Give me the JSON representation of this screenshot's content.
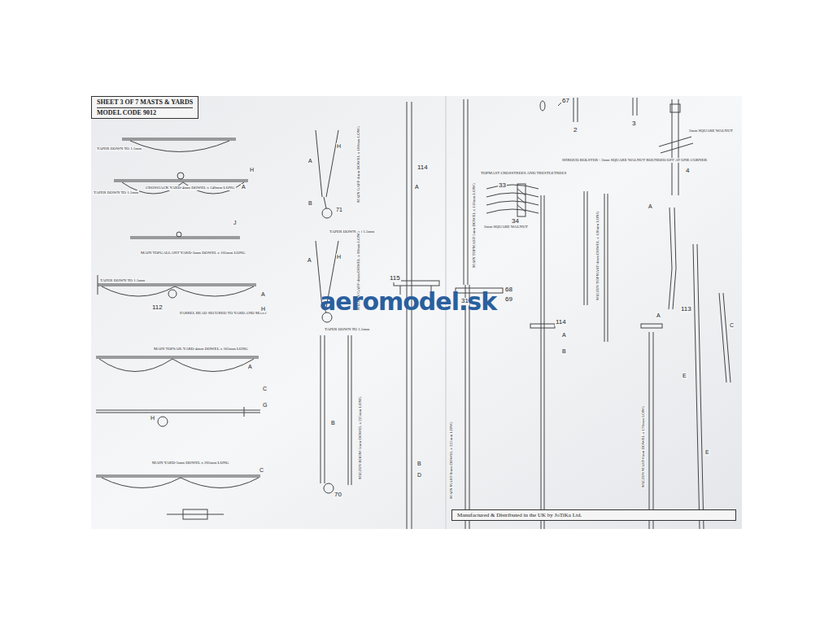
{
  "diagram": {
    "nodes": [
      {
        "text": [
          "SHEET 3 OF 7 MASTS & YARDS",
          "MODEL CODE 9012"
        ]
      },
      {
        "text": [
          "Manufactured & Distributed in the UK by JoTiKa Ltd."
        ]
      }
    ],
    "labels": [
      "TAPER DOWN TO 1.5mm",
      "CROSSJACK YARD-4mm DOWEL x 140mm LONG",
      "TAPER DOWN TO 1.5mm",
      "A",
      "H",
      "J",
      "MAIN TOPGALLANT YARD-3mm DOWEL x 105mm LONG",
      "TAPER DOWN TO 1.5mm",
      "PARREL BEAD SECURED TO YARD AND MAST",
      "112",
      "A",
      "H",
      "MAIN TOPSAIL YARD-4mm DOWEL x 165mm LONG",
      "A",
      "C",
      "G",
      "H",
      "MAIN YARD-5mm DOWEL x 205mm LONG",
      "C",
      "A",
      "H",
      "B",
      "71",
      "MAIN GAFF-4mm DOWEL x 100mm LONG",
      "TAPER DOWN TO 1.5mm",
      "A",
      "H",
      "MIZZEN GAFF-4mm DOWEL x 90mm LONG",
      "TAPER DOWN TO 1.5mm",
      "B",
      "MIZZEN BOOM-5mm DOWEL x 225mm LONG",
      "70",
      "114",
      "A",
      "115",
      "B",
      "D",
      "MAIN MAST-8mm DOWEL x 225mm LONG",
      "MAIN TOPMAST-5mm DOWEL x 150mm LONG",
      "31",
      "68",
      "69",
      "TOPMAST CROSSTREES AND TRESTLETREES",
      "33",
      "34",
      "2mm SQUARE WALNUT",
      "67",
      "2",
      "3",
      "4",
      "SHROUD BOLSTER - 2mm SQUARE WALNUT ROUNDED OFF AT ONE CORNER",
      "2mm SQUARE WALNUT",
      "MIZZEN TOPMAST-4mm DOWEL x 120mm LONG",
      "MIZZEN MAST-6mm DOWEL x 170mm LONG",
      "114",
      "A",
      "B",
      "A",
      "A",
      "113",
      "C",
      "E",
      "E",
      "aeromodel.sk"
    ]
  }
}
